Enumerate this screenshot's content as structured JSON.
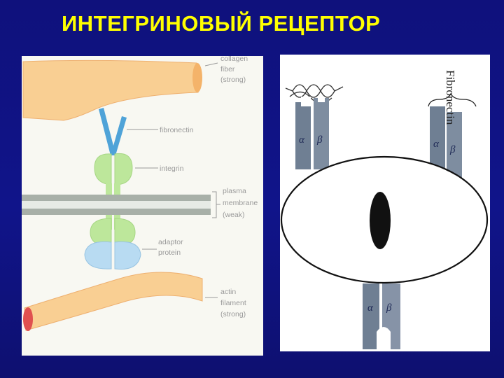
{
  "slide": {
    "title": "ИНТЕГРИНОВЫЙ РЕЦЕПТОР"
  },
  "left_diagram": {
    "labels": {
      "collagen_l1": "collagen",
      "collagen_l2": "fiber",
      "collagen_l3": "(strong)",
      "fibronectin": "fibronectin",
      "integrin": "integrin",
      "membrane_l1": "plasma",
      "membrane_l2": "membrane",
      "membrane_l3": "(weak)",
      "adaptor_l1": "adaptor",
      "adaptor_l2": "protein",
      "actin_l1": "actin",
      "actin_l2": "filament",
      "actin_l3": "(strong)"
    },
    "colors": {
      "fiber": "#f9cf93",
      "fiber_edge": "#f4a860",
      "fibronectin": "#4fa3d8",
      "integrin": "#bde79b",
      "membrane": "#a8b0a8",
      "adaptor": "#b8dbf2",
      "actin_end": "#e05050"
    }
  },
  "right_diagram": {
    "fibronectin_label": "Fibronectin",
    "alpha": "α",
    "beta": "β"
  }
}
